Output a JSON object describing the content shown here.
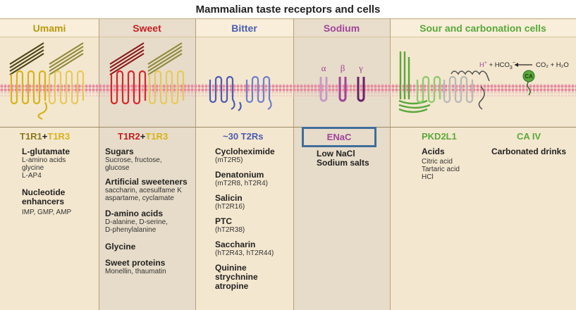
{
  "title": "Mammalian taste receptors and cells",
  "columns": [
    {
      "id": "umami",
      "label": "Umami",
      "color": "#b99a10"
    },
    {
      "id": "sweet",
      "label": "Sweet",
      "color": "#c42025"
    },
    {
      "id": "bitter",
      "label": "Bitter",
      "color": "#4b5db3"
    },
    {
      "id": "sodium",
      "label": "Sodium",
      "color": "#a0449b"
    },
    {
      "id": "sour",
      "label": "Sour and carbonation cells",
      "color": "#5aa83b"
    }
  ],
  "receptors": {
    "umami": {
      "part1": "T1R1",
      "plus": "+",
      "part2": "T1R3"
    },
    "sweet": {
      "part1": "T1R2",
      "plus": "+",
      "part2": "T1R3"
    },
    "bitter": "~30 T2Rs",
    "sodium": "ENaC",
    "sour": "PKD2L1",
    "carbonation": "CA IV"
  },
  "sodium_subunits": [
    "α",
    "β",
    "γ"
  ],
  "reaction": {
    "left_prefix": "H",
    "left_sup": "+",
    "left_mid": " + HCO",
    "left_sub": "3",
    "left_sup2": "−",
    "right": "CO₂ + H₂O",
    "enzyme": "CA"
  },
  "umami_items": [
    {
      "heading": "L-glutamate",
      "lines": [
        "L-amino acids",
        "glycine",
        "L-AP4"
      ]
    },
    {
      "heading": "Nucleotide enhancers",
      "lines": [
        "IMP, GMP, AMP"
      ]
    }
  ],
  "sweet_items": [
    {
      "heading": "Sugars",
      "lines": [
        "Sucrose, fructose,",
        "glucose"
      ]
    },
    {
      "heading": "Artificial sweeteners",
      "lines": [
        "saccharin, acesulfame K",
        "aspartame, cyclamate"
      ]
    },
    {
      "heading": "D-amino acids",
      "lines": [
        "D-alanine, D-serine,",
        "D-phenylalanine"
      ]
    },
    {
      "heading": "Glycine",
      "lines": []
    },
    {
      "heading": "Sweet proteins",
      "lines": [
        "Monellin, thaumatin"
      ]
    }
  ],
  "bitter_items": [
    {
      "heading": "Cycloheximide",
      "lines": [
        "(mT2R5)"
      ]
    },
    {
      "heading": "Denatonium",
      "lines": [
        "(mT2R8, hT2R4)"
      ]
    },
    {
      "heading": "Salicin",
      "lines": [
        "(hT2R16)"
      ]
    },
    {
      "heading": "PTC",
      "lines": [
        "(hT2R38)"
      ]
    },
    {
      "heading": "Saccharin",
      "lines": [
        "(hT2R43, hT2R44)"
      ]
    },
    {
      "heading": "Quinine strychnine atropine",
      "lines": []
    }
  ],
  "sodium_items": {
    "line1": "Low NaCl",
    "line2": "Sodium salts"
  },
  "sour_items": {
    "heading": "Acids",
    "lines": [
      "Citric acid",
      "Tartaric acid",
      "HCl"
    ]
  },
  "carbonation_items": {
    "heading": "Carbonated drinks"
  }
}
